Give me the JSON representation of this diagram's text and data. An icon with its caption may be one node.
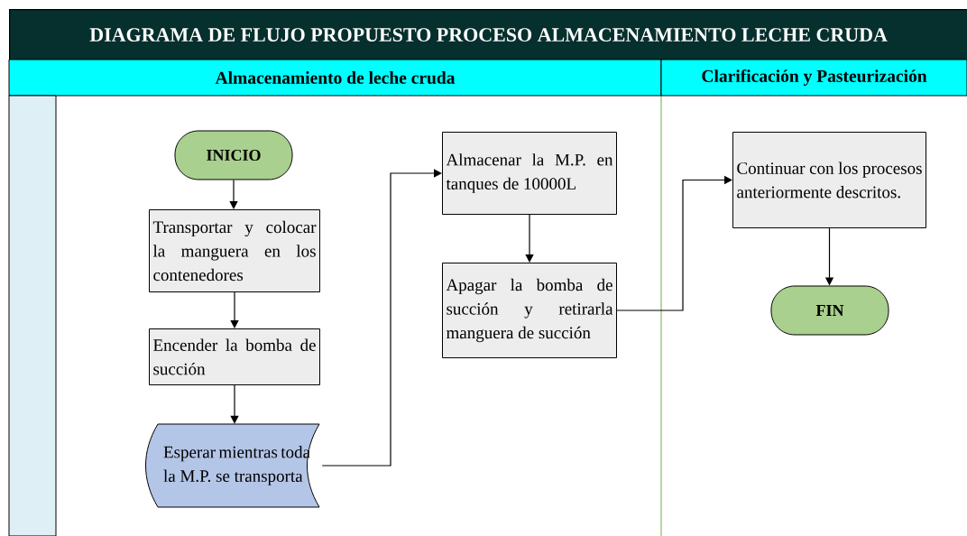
{
  "diagram": {
    "title": "DIAGRAMA DE FLUJO PROPUESTO PROCESO ALMACENAMIENTO LECHE CRUDA",
    "nodes": [
      {
        "text": [
          "Almacenamiento de leche cruda"
        ]
      },
      {
        "text": [
          "Clarificación y Pasteurización"
        ]
      },
      {
        "text": [],
        "shape": "bar"
      },
      {
        "text": [
          "INICIO"
        ]
      },
      {
        "text": [
          "Transportar y colocar la manguera en los contenedores"
        ]
      },
      {
        "text": [
          "Encender la bomba de succión"
        ]
      },
      {
        "text": [
          "Esperar mientras toda la M.P. se transporta"
        ]
      },
      {
        "text": [
          "Almacenar la M.P. en tanques de 10000L"
        ]
      },
      {
        "text": [
          "Apagar la bomba de succión y retirarla manguera de succión"
        ]
      },
      {
        "text": [
          "Continuar con los procesos anteriormente descritos."
        ]
      },
      {
        "text": [
          "FIN"
        ]
      }
    ],
    "edges": [
      {
        "from": 3,
        "to": 4,
        "arrow": "to"
      },
      {
        "from": 4,
        "to": 5,
        "arrow": "to"
      },
      {
        "from": 5,
        "to": 6,
        "arrow": "to"
      },
      {
        "from": 6,
        "to": 7,
        "arrow": "to"
      },
      {
        "from": 7,
        "to": 8,
        "arrow": "to"
      },
      {
        "from": 8,
        "to": 9,
        "arrow": "to"
      },
      {
        "from": 9,
        "to": 10,
        "arrow": "to"
      }
    ]
  }
}
